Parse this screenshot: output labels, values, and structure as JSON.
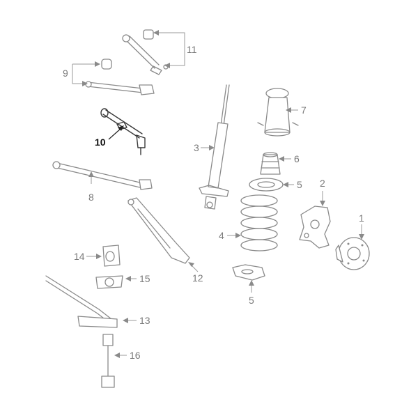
{
  "diagram": {
    "callouts": {
      "c1": "1",
      "c2": "2",
      "c3": "3",
      "c4": "4",
      "c5a": "5",
      "c5b": "5",
      "c6": "6",
      "c7": "7",
      "c8": "8",
      "c9": "9",
      "c10": "10",
      "c11": "11",
      "c12": "12",
      "c13": "13",
      "c14": "14",
      "c15": "15",
      "c16": "16"
    },
    "highlighted_part": "10",
    "colors": {
      "part_outline": "#8a8a8a",
      "highlight": "#222222",
      "background": "#ffffff"
    }
  }
}
